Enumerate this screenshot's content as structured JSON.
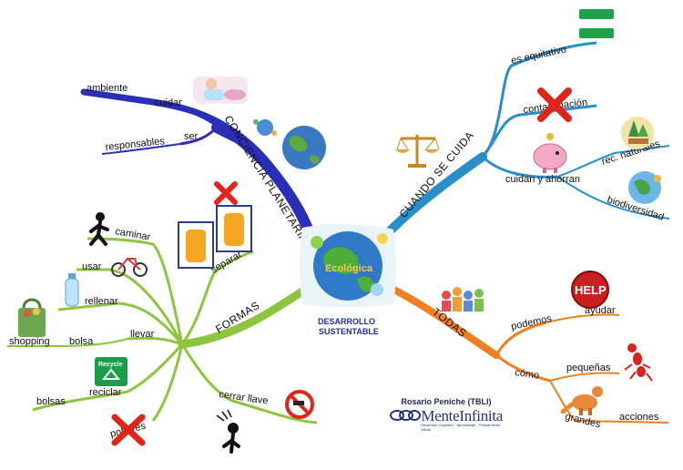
{
  "center": {
    "line1": "DESARROLLO",
    "line2": "SUSTENTABLE",
    "globe_text": "Ecológica"
  },
  "branches": {
    "conciencia": "CONCIENCIA PLANETARIA",
    "cuando": "CUANDO SE CUIDA",
    "formas": "FORMAS",
    "todas": "TODAS"
  },
  "labels": {
    "ambiente": "ambiente",
    "cuidar": "cuidar",
    "responsables": "responsables",
    "ser": "ser",
    "es_equitativo": "es equitativo",
    "contaminacion": "contaminación",
    "cuidan_ahorran": "cuidan y ahorran",
    "rec_naturales": "rec. naturales",
    "biodiversidad": "biodiversidad",
    "caminar": "caminar",
    "usar": "usar",
    "rellenar": "rellenar",
    "separar": "separar",
    "shopping": "shopping",
    "bolsa": "bolsa",
    "llevar": "llevar",
    "reciclar": "reciclar",
    "bolsas": "bolsas",
    "cerrar_llave": "cerrar llave",
    "pobores": "pobores",
    "podemos": "podemos",
    "ayudar": "ayudar",
    "como": "cómo",
    "pequenas": "pequeñas",
    "grandes": "grandes",
    "acciones": "acciones"
  },
  "icons": {
    "help_text": "HELP",
    "recycle_text": "Recycle",
    "cross_color": "#e0261b"
  },
  "credit": {
    "name": "Rosario Peniche (TBLI)",
    "brand": "MenteInfinita",
    "tagline": "Desarrollo Cognitivo · Aprendizaje · Pensamiento Visual"
  },
  "colors": {
    "conciencia": "#2b2fb8",
    "cuando": "#2a8fc8",
    "formas": "#8cc63f",
    "todas": "#f07f1f",
    "credit": "#24347a"
  }
}
